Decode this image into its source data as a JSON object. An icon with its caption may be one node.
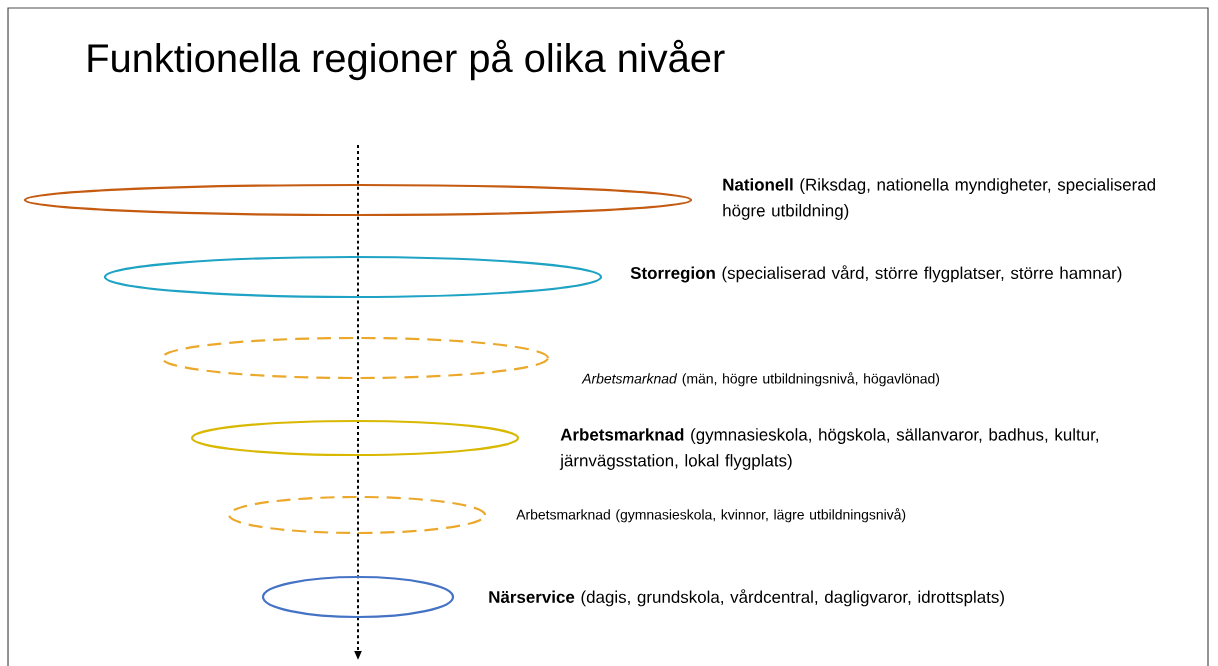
{
  "diagram": {
    "title": "Funktionella regioner på olika nivåer",
    "nodes": [
      {
        "text": [],
        "shape": "ellipse",
        "beside": [
          "**Nationell** (Riksdag, nationella myndigheter, specialiserad högre utbildning)"
        ]
      },
      {
        "text": [],
        "shape": "ellipse",
        "beside": [
          "**Storregion** (specialiserad vård, större flygplatser, större hamnar)"
        ]
      },
      {
        "text": [],
        "shape": "ellipse",
        "beside": [
          "*Arbetsmarknad* (män, högre utbildningsnivå, högavlönad)"
        ]
      },
      {
        "text": [],
        "shape": "ellipse",
        "beside": [
          "**Arbetsmarknad** (gymnasieskola, högskola, sällanvaror, badhus, kultur, järnvägsstation, lokal flygplats)"
        ]
      },
      {
        "text": [],
        "shape": "ellipse",
        "beside": [
          "Arbetsmarknad (gymnasieskola, kvinnor, lägre utbildningsnivå)"
        ]
      },
      {
        "text": [],
        "shape": "ellipse",
        "beside": [
          "**Närservice** (dagis, grundskola, vårdcentral, dagligvaror, idrottsplats)"
        ]
      }
    ]
  }
}
